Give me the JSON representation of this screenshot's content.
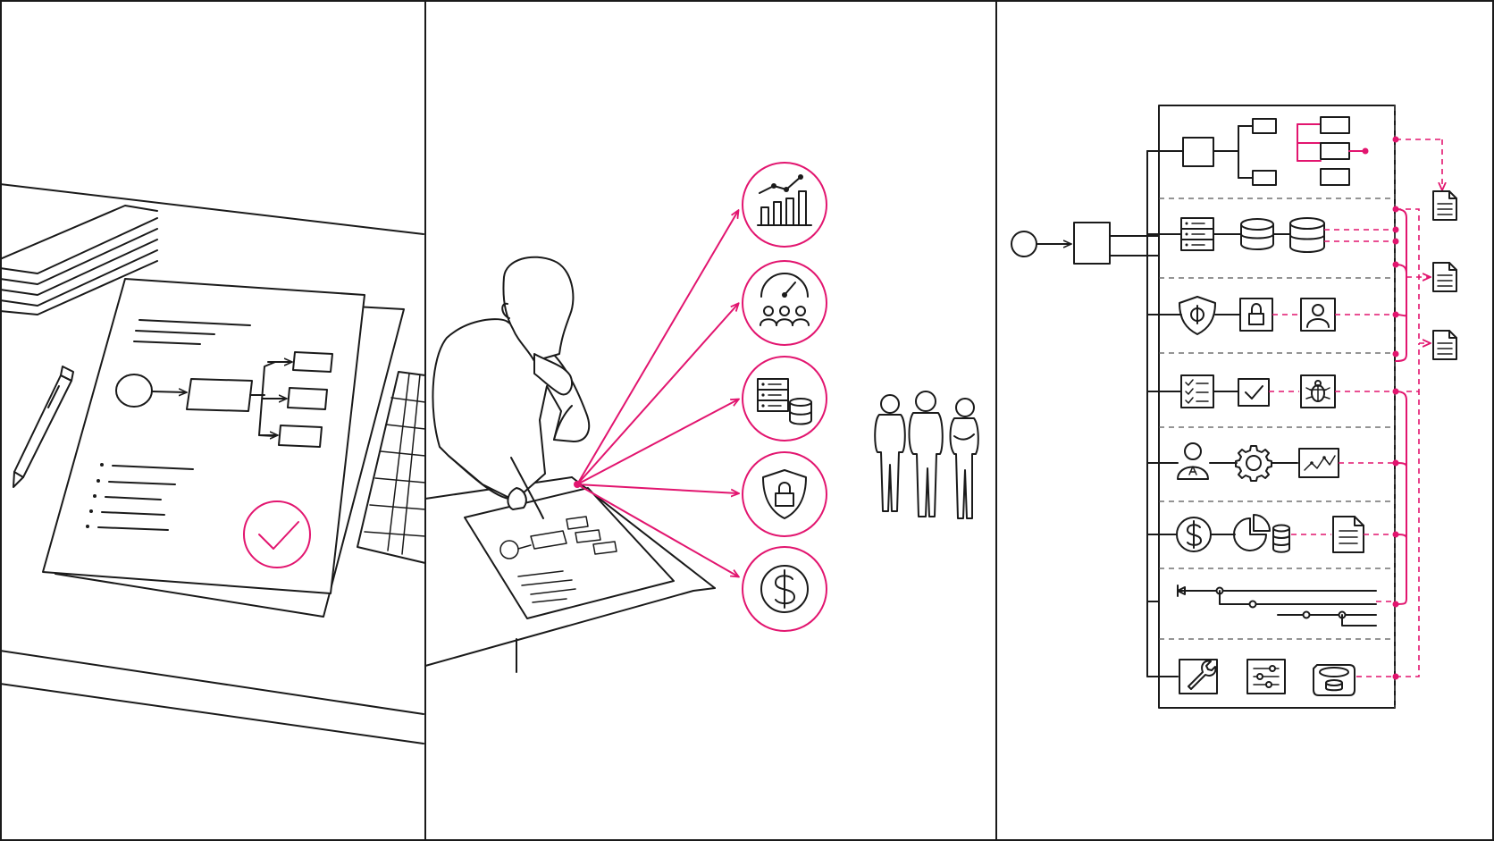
{
  "colors": {
    "accent": "#e2156f",
    "ink": "#1a1a1a",
    "background": "#ffffff"
  },
  "panels": [
    {
      "id": "planning",
      "icons": [
        "document-stack-icon",
        "pen-icon",
        "flowchart-document-icon",
        "checkmark-icon",
        "grid-sheet-icon"
      ]
    },
    {
      "id": "analysis",
      "icons": [
        "bar-chart-trend-icon",
        "gauge-users-icon",
        "server-database-icon",
        "shield-lock-icon",
        "dollar-icon",
        "team-people-icon"
      ]
    },
    {
      "id": "architecture",
      "rows": [
        {
          "name": "structure-row",
          "icons": [
            "box-icon",
            "tree-boxes-icon"
          ]
        },
        {
          "name": "data-row",
          "icons": [
            "server-icon",
            "database-icon",
            "database-icon"
          ]
        },
        {
          "name": "security-row",
          "icons": [
            "shield-icon",
            "lock-icon",
            "user-icon"
          ]
        },
        {
          "name": "testing-row",
          "icons": [
            "checklist-icon",
            "check-icon",
            "bug-icon"
          ]
        },
        {
          "name": "operations-row",
          "icons": [
            "admin-user-icon",
            "gear-icon",
            "monitor-chart-icon"
          ]
        },
        {
          "name": "finance-row",
          "icons": [
            "dollar-icon",
            "pie-chart-icon",
            "report-icon"
          ]
        },
        {
          "name": "timeline-row",
          "icons": [
            "timeline-icon"
          ]
        },
        {
          "name": "tools-row",
          "icons": [
            "wrench-icon",
            "sliders-icon",
            "storage-icon"
          ]
        }
      ],
      "outputs": [
        "document-icon",
        "document-icon",
        "document-icon",
        "document-icon"
      ]
    }
  ]
}
